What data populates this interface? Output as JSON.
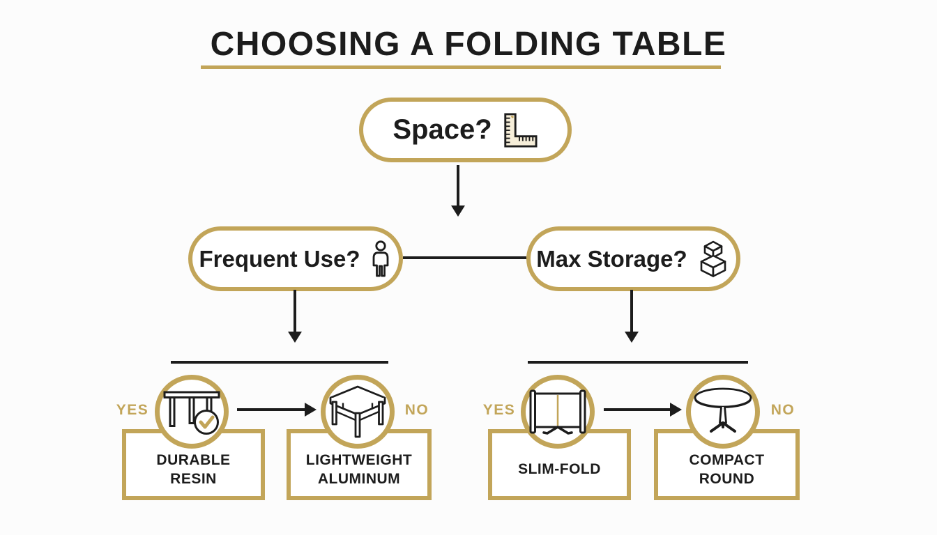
{
  "meta": {
    "title_label": "CHOOSING A FOLDING TABLE"
  },
  "colors": {
    "gold": "#c2a559",
    "ink": "#1c1c1c",
    "background": "#fcfcfc",
    "cream": "#f6eed9"
  },
  "flow": {
    "root": {
      "label": "Space?",
      "icon": "ruler-square-icon"
    },
    "left_branch": {
      "question": "Frequent Use?",
      "icon": "person-icon",
      "yes_label": "YES",
      "no_label": "NO",
      "yes_result": {
        "label": "DURABLE RESIN",
        "icon": "table-check-icon"
      },
      "no_result": {
        "label": "LIGHTWEIGHT ALUMINUM",
        "icon": "square-table-icon"
      }
    },
    "right_branch": {
      "question": "Max Storage?",
      "icon": "stacked-boxes-icon",
      "yes_label": "YES",
      "no_label": "NO",
      "yes_result": {
        "label": "SLIM-FOLD",
        "icon": "folded-table-icon"
      },
      "no_result": {
        "label": "COMPACT ROUND",
        "icon": "round-table-icon"
      }
    }
  }
}
